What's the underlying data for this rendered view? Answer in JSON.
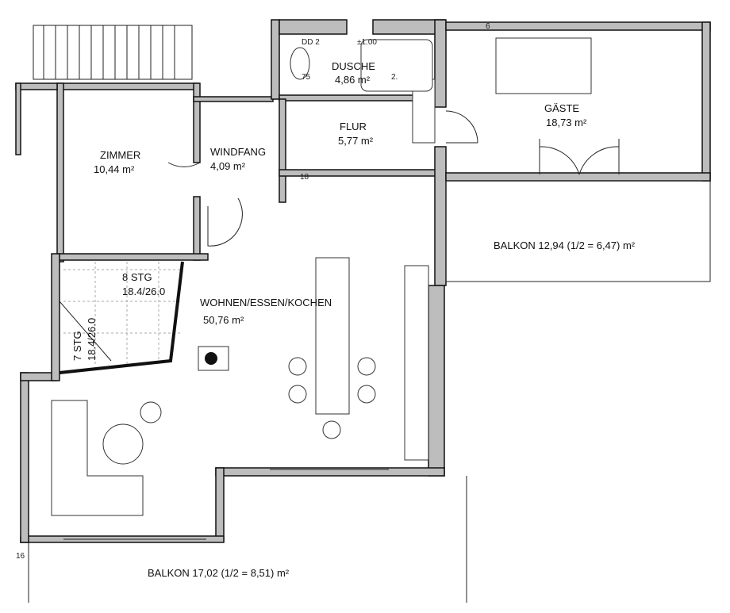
{
  "rooms": [
    {
      "name": "ZIMMER",
      "area": "10,44 m²"
    },
    {
      "name": "WINDFANG",
      "area": "4,09 m²"
    },
    {
      "name": "DUSCHE",
      "area": "4,86 m²"
    },
    {
      "name": "FLUR",
      "area": "5,77 m²"
    },
    {
      "name": "GÄSTE",
      "area": "18,73 m²"
    },
    {
      "name": "WOHNEN/ESSEN/KOCHEN",
      "area": "50,76 m²"
    }
  ],
  "balconies": [
    {
      "label": "BALKON 12,94 (1/2 = 6,47) m²"
    },
    {
      "label": "BALKON 17,02 (1/2 = 8,51) m²"
    }
  ],
  "stairs": [
    {
      "steps": "8 STG",
      "ratio": "18.4/26.0"
    },
    {
      "steps": "7 STG",
      "ratio": "18.4/26.0"
    }
  ],
  "annotations": {
    "dd": "DD 2",
    "level": "±1.00",
    "width75": "75",
    "two": "2.",
    "six": "6",
    "sixteen": "16",
    "eighteen": "18"
  }
}
